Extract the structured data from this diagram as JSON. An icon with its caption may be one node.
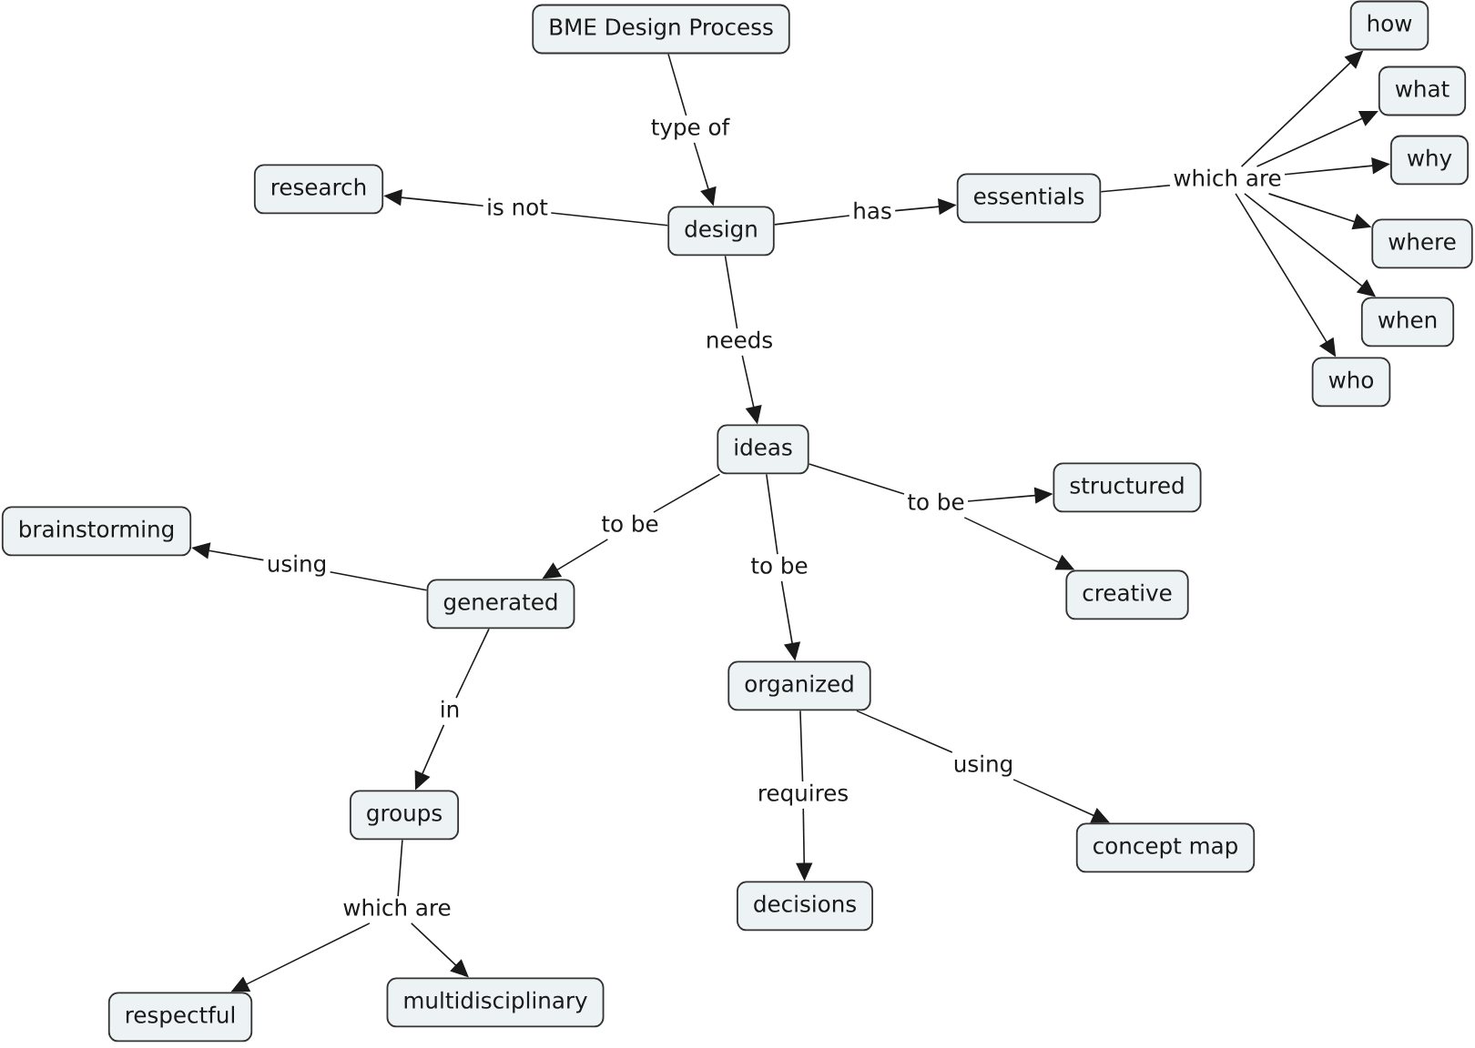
{
  "diagram": {
    "nodes": [
      {
        "text": [
          "BME Design Process"
        ]
      },
      {
        "text": [
          "type of"
        ]
      },
      {
        "text": [
          "research"
        ]
      },
      {
        "text": [
          "is not"
        ]
      },
      {
        "text": [
          "design"
        ]
      },
      {
        "text": [
          "has"
        ]
      },
      {
        "text": [
          "essentials"
        ]
      },
      {
        "text": [
          "which are"
        ]
      },
      {
        "text": [
          "how"
        ]
      },
      {
        "text": [
          "what"
        ]
      },
      {
        "text": [
          "why"
        ]
      },
      {
        "text": [
          "where"
        ]
      },
      {
        "text": [
          "when"
        ]
      },
      {
        "text": [
          "who"
        ]
      },
      {
        "text": [
          "needs"
        ]
      },
      {
        "text": [
          "ideas"
        ]
      },
      {
        "text": [
          "structured"
        ]
      },
      {
        "text": [
          "to be"
        ]
      },
      {
        "text": [
          "brainstorming"
        ]
      },
      {
        "text": [
          "to be"
        ]
      },
      {
        "text": [
          "using"
        ]
      },
      {
        "text": [
          "to be"
        ]
      },
      {
        "text": [
          "creative"
        ]
      },
      {
        "text": [
          "generated"
        ]
      },
      {
        "text": [
          "organized"
        ]
      },
      {
        "text": [
          "in"
        ]
      },
      {
        "text": [
          "using"
        ]
      },
      {
        "text": [
          "requires"
        ]
      },
      {
        "text": [
          "groups"
        ]
      },
      {
        "text": [
          "concept map"
        ]
      },
      {
        "text": [
          "decisions"
        ]
      },
      {
        "text": [
          "which are"
        ]
      },
      {
        "text": [
          "respectful"
        ]
      },
      {
        "text": [
          "multidisciplinary"
        ]
      }
    ],
    "edges": [
      {
        "from": 0,
        "to": 1,
        "arrow": "none"
      },
      {
        "from": 1,
        "to": 4,
        "arrow": "to"
      },
      {
        "from": 4,
        "to": 3,
        "arrow": "none"
      },
      {
        "from": 3,
        "to": 2,
        "arrow": "to"
      },
      {
        "from": 4,
        "to": 5,
        "arrow": "none"
      },
      {
        "from": 5,
        "to": 6,
        "arrow": "to"
      },
      {
        "from": 6,
        "to": 7,
        "arrow": "none"
      },
      {
        "from": 7,
        "to": 8,
        "arrow": "to"
      },
      {
        "from": 7,
        "to": 9,
        "arrow": "to"
      },
      {
        "from": 7,
        "to": 10,
        "arrow": "to"
      },
      {
        "from": 7,
        "to": 11,
        "arrow": "to"
      },
      {
        "from": 7,
        "to": 12,
        "arrow": "to"
      },
      {
        "from": 7,
        "to": 13,
        "arrow": "to"
      },
      {
        "from": 4,
        "to": 14,
        "arrow": "none"
      },
      {
        "from": 14,
        "to": 15,
        "arrow": "to"
      },
      {
        "from": 15,
        "to": 19,
        "arrow": "none"
      },
      {
        "from": 19,
        "to": 23,
        "arrow": "to"
      },
      {
        "from": 15,
        "to": 21,
        "arrow": "none"
      },
      {
        "from": 21,
        "to": 24,
        "arrow": "to"
      },
      {
        "from": 15,
        "to": 17,
        "arrow": "none"
      },
      {
        "from": 17,
        "to": 16,
        "arrow": "to"
      },
      {
        "from": 17,
        "to": 22,
        "arrow": "to"
      },
      {
        "from": 23,
        "to": 20,
        "arrow": "none"
      },
      {
        "from": 20,
        "to": 18,
        "arrow": "to"
      },
      {
        "from": 23,
        "to": 25,
        "arrow": "none"
      },
      {
        "from": 25,
        "to": 28,
        "arrow": "to"
      },
      {
        "from": 24,
        "to": 27,
        "arrow": "none"
      },
      {
        "from": 27,
        "to": 30,
        "arrow": "to"
      },
      {
        "from": 24,
        "to": 26,
        "arrow": "none"
      },
      {
        "from": 26,
        "to": 29,
        "arrow": "to"
      },
      {
        "from": 28,
        "to": 31,
        "arrow": "none"
      },
      {
        "from": 31,
        "to": 32,
        "arrow": "to"
      },
      {
        "from": 31,
        "to": 33,
        "arrow": "to"
      }
    ]
  }
}
